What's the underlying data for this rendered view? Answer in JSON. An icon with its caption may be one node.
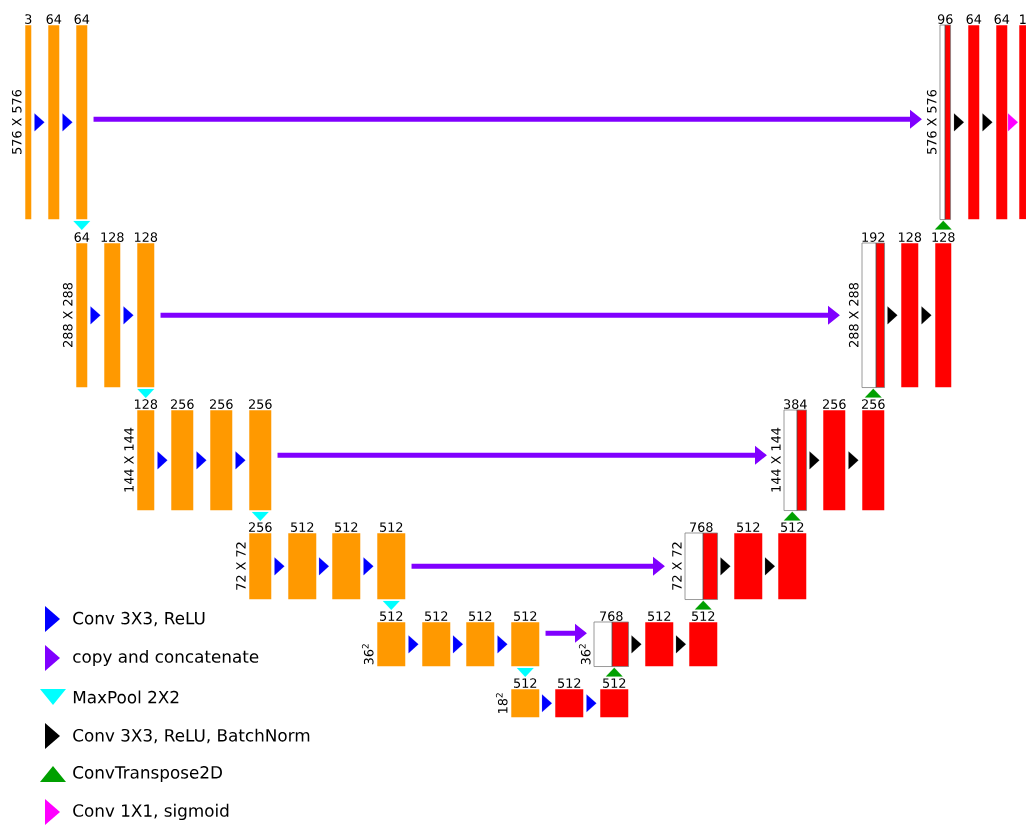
{
  "diagram": {
    "nodes": [
      {
        "text": [
          "3"
        ],
        "beside": [
          "576 X 576"
        ]
      },
      {
        "text": [
          "64"
        ]
      },
      {
        "text": [
          "64"
        ]
      },
      {
        "text": [
          "64"
        ],
        "beside": [
          "288 X 288"
        ]
      },
      {
        "text": [
          "128"
        ]
      },
      {
        "text": [
          "128"
        ]
      },
      {
        "text": [
          "128"
        ],
        "beside": [
          "144 X 144"
        ]
      },
      {
        "text": [
          "256"
        ]
      },
      {
        "text": [
          "256"
        ]
      },
      {
        "text": [
          "256"
        ]
      },
      {
        "text": [
          "256"
        ],
        "beside": [
          "72 X 72"
        ]
      },
      {
        "text": [
          "512"
        ]
      },
      {
        "text": [
          "512"
        ]
      },
      {
        "text": [
          "512"
        ]
      },
      {
        "text": [
          "512"
        ],
        "beside": [
          "36$^{2}$"
        ]
      },
      {
        "text": [
          "512"
        ]
      },
      {
        "text": [
          "512"
        ]
      },
      {
        "text": [
          "512"
        ]
      },
      {
        "text": [
          "512"
        ],
        "beside": [
          "18$^{2}$"
        ]
      },
      {
        "text": [
          "512"
        ]
      },
      {
        "text": [
          "512"
        ]
      },
      {
        "text": [
          "768"
        ],
        "beside": [
          "36$^{2}$"
        ]
      },
      {
        "text": [
          "512"
        ]
      },
      {
        "text": [
          "512"
        ]
      },
      {
        "text": [
          "768"
        ],
        "beside": [
          "72 X 72"
        ]
      },
      {
        "text": [
          "512"
        ]
      },
      {
        "text": [
          "512"
        ]
      },
      {
        "text": [
          "384"
        ],
        "beside": [
          "144 X 144"
        ]
      },
      {
        "text": [
          "256"
        ]
      },
      {
        "text": [
          "256"
        ]
      },
      {
        "text": [
          "192"
        ],
        "beside": [
          "288 X 288"
        ]
      },
      {
        "text": [
          "128"
        ]
      },
      {
        "text": [
          "128"
        ]
      },
      {
        "text": [
          "96"
        ],
        "beside": [
          "576 X 576"
        ]
      },
      {
        "text": [
          "64"
        ]
      },
      {
        "text": [
          "64"
        ]
      },
      {
        "text": [
          "1"
        ]
      }
    ],
    "edges": [
      {
        "from": 0,
        "to": 1,
        "arrow": "to"
      },
      {
        "from": 1,
        "to": 2,
        "arrow": "to"
      },
      {
        "from": 3,
        "to": 4,
        "arrow": "to"
      },
      {
        "from": 4,
        "to": 5,
        "arrow": "to"
      },
      {
        "from": 6,
        "to": 7,
        "arrow": "to"
      },
      {
        "from": 7,
        "to": 8,
        "arrow": "to"
      },
      {
        "from": 8,
        "to": 9,
        "arrow": "to"
      },
      {
        "from": 10,
        "to": 11,
        "arrow": "to"
      },
      {
        "from": 11,
        "to": 12,
        "arrow": "to"
      },
      {
        "from": 12,
        "to": 13,
        "arrow": "to"
      },
      {
        "from": 14,
        "to": 15,
        "arrow": "to"
      },
      {
        "from": 15,
        "to": 16,
        "arrow": "to"
      },
      {
        "from": 16,
        "to": 17,
        "arrow": "to"
      },
      {
        "from": 18,
        "to": 19,
        "arrow": "to"
      },
      {
        "from": 19,
        "to": 20,
        "arrow": "to"
      },
      {
        "from": 2,
        "to": 3,
        "arrow": "to",
        "color": "#00ffff"
      },
      {
        "from": 5,
        "to": 6,
        "arrow": "to",
        "color": "#00ffff"
      },
      {
        "from": 9,
        "to": 10,
        "arrow": "to",
        "color": "#00ffff"
      },
      {
        "from": 13,
        "to": 14,
        "arrow": "to",
        "color": "#00ffff"
      },
      {
        "from": 17,
        "to": 18,
        "arrow": "to",
        "color": "#00ffff"
      },
      {
        "from": 2,
        "to": 33,
        "arrow": "to",
        "style": "thick",
        "color": "#8000ff"
      },
      {
        "from": 5,
        "to": 30,
        "arrow": "to",
        "style": "thick",
        "color": "#8000ff"
      },
      {
        "from": 9,
        "to": 27,
        "arrow": "to",
        "style": "thick",
        "color": "#8000ff"
      },
      {
        "from": 13,
        "to": 24,
        "arrow": "to",
        "style": "thick",
        "color": "#8000ff"
      },
      {
        "from": 17,
        "to": 21,
        "arrow": "to",
        "style": "thick",
        "color": "#8000ff"
      },
      {
        "from": 20,
        "to": 21,
        "arrow": "to",
        "color": "#00a000"
      },
      {
        "from": 23,
        "to": 24,
        "arrow": "to",
        "color": "#00a000"
      },
      {
        "from": 26,
        "to": 27,
        "arrow": "to",
        "color": "#00a000"
      },
      {
        "from": 29,
        "to": 30,
        "arrow": "to",
        "color": "#00a000"
      },
      {
        "from": 32,
        "to": 33,
        "arrow": "to",
        "color": "#00a000"
      },
      {
        "from": 21,
        "to": 22,
        "arrow": "to",
        "color": "#000000"
      },
      {
        "from": 22,
        "to": 23,
        "arrow": "to",
        "color": "#000000"
      },
      {
        "from": 24,
        "to": 25,
        "arrow": "to",
        "color": "#000000"
      },
      {
        "from": 25,
        "to": 26,
        "arrow": "to",
        "color": "#000000"
      },
      {
        "from": 27,
        "to": 28,
        "arrow": "to",
        "color": "#000000"
      },
      {
        "from": 28,
        "to": 29,
        "arrow": "to",
        "color": "#000000"
      },
      {
        "from": 30,
        "to": 31,
        "arrow": "to",
        "color": "#000000"
      },
      {
        "from": 31,
        "to": 32,
        "arrow": "to",
        "color": "#000000"
      },
      {
        "from": 33,
        "to": 34,
        "arrow": "to",
        "color": "#000000"
      },
      {
        "from": 34,
        "to": 35,
        "arrow": "to",
        "color": "#000000"
      },
      {
        "from": 35,
        "to": 36,
        "arrow": "to",
        "color": "#ff00ff"
      }
    ],
    "legend": [
      {
        "text": "Conv 3X3, ReLU",
        "color": "#0000ff"
      },
      {
        "text": "copy and concatenate",
        "color": "#8000ff"
      },
      {
        "text": "MaxPool 2X2",
        "color": "#00ffff"
      },
      {
        "text": "Conv 3X3, ReLU, BatchNorm",
        "color": "#000000"
      },
      {
        "text": "ConvTranspose2D",
        "color": "#00a000"
      },
      {
        "text": "Conv 1X1, sigmoid",
        "color": "#ff00ff"
      }
    ]
  }
}
